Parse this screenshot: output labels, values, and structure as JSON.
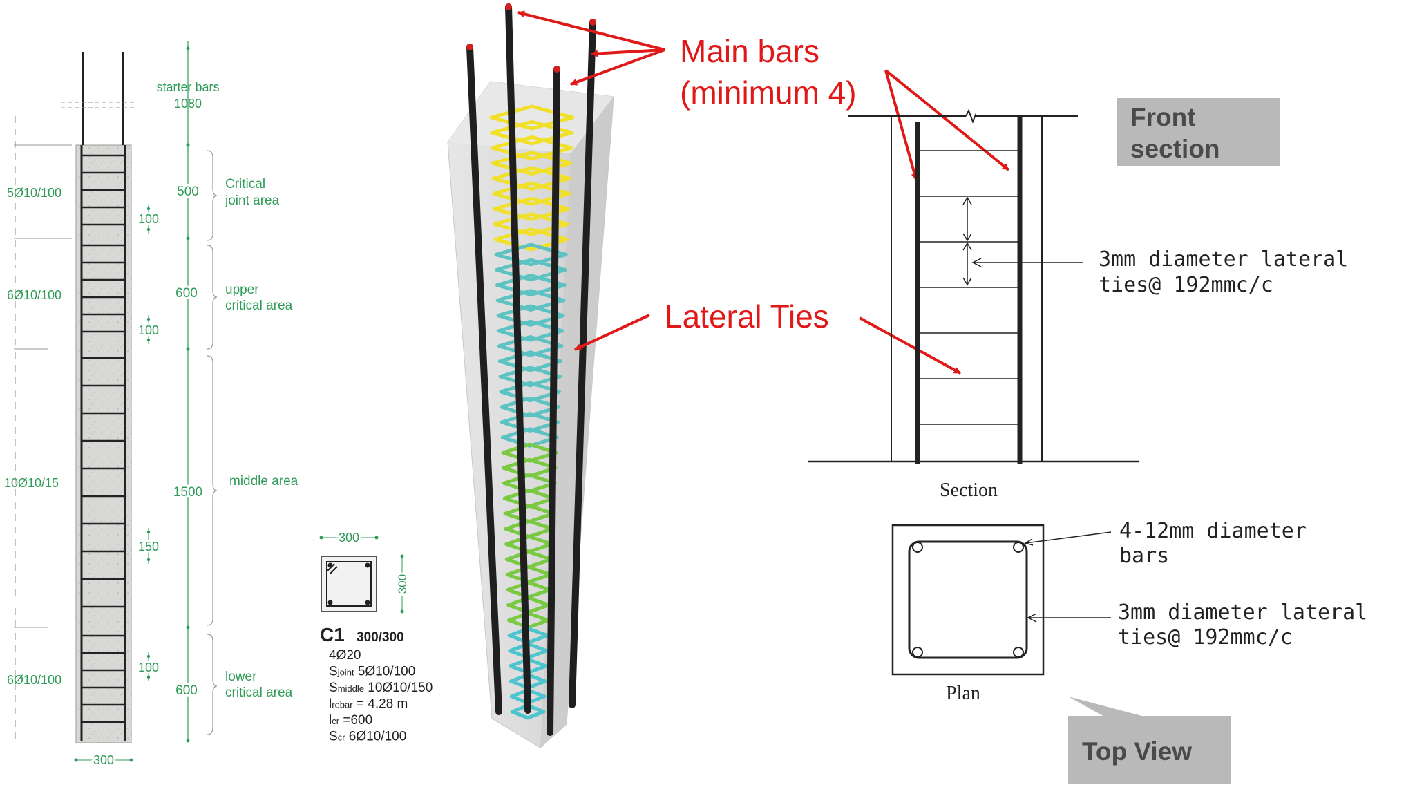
{
  "colors": {
    "dimension_green": "#2e9b57",
    "annotation_red": "#e01818",
    "callout_gray": "#b9b9b9",
    "callout_text": "#4a4a4a",
    "concrete": "#d9d9d9",
    "rebar": "#222222"
  },
  "left_drawing": {
    "starter_bars_label": "starter bars",
    "starter_bars_value": "1080",
    "zones": [
      {
        "spacing": "5Ø10/100",
        "length": "500",
        "name_line1": "Critical",
        "name_line2": "joint area",
        "tick": "100"
      },
      {
        "spacing": "6Ø10/100",
        "length": "600",
        "name_line1": "upper",
        "name_line2": "critical area",
        "tick": "100"
      },
      {
        "spacing": "10Ø10/15",
        "length": "1500",
        "name_line1": "middle area",
        "name_line2": "",
        "tick": "150"
      },
      {
        "spacing": "6Ø10/100",
        "length": "600",
        "name_line1": "lower",
        "name_line2": "critical area",
        "tick": "100"
      }
    ],
    "width": "300"
  },
  "cross_section": {
    "width": "300",
    "height": "300",
    "name": "C1",
    "size": "300/300",
    "specs": [
      {
        "prefix": "",
        "sub": "",
        "text": "4Ø20"
      },
      {
        "prefix": "S",
        "sub": "joint",
        "text": " 5Ø10/100"
      },
      {
        "prefix": "S",
        "sub": "middle",
        "text": " 10Ø10/150"
      },
      {
        "prefix": "l",
        "sub": "rebar",
        "text": " = 4.28 m"
      },
      {
        "prefix": "l",
        "sub": "cr",
        "text": " =600"
      },
      {
        "prefix": "S",
        "sub": "cr",
        "text": " 6Ø10/100"
      }
    ]
  },
  "annotations": {
    "main_bars_line1": "Main bars",
    "main_bars_line2": "(minimum 4)",
    "lateral_ties": "Lateral Ties"
  },
  "front_section": {
    "callout_line1": "Front",
    "callout_line2": "section",
    "ties_label_line1": "3mm diameter lateral",
    "ties_label_line2": "ties@ 192mmc/c",
    "caption": "Section"
  },
  "plan": {
    "bars_label_line1": "4-12mm diameter",
    "bars_label_line2": "bars",
    "ties_label_line1": "3mm diameter lateral",
    "ties_label_line2": "ties@ 192mmc/c",
    "caption": "Plan",
    "callout": "Top View"
  }
}
